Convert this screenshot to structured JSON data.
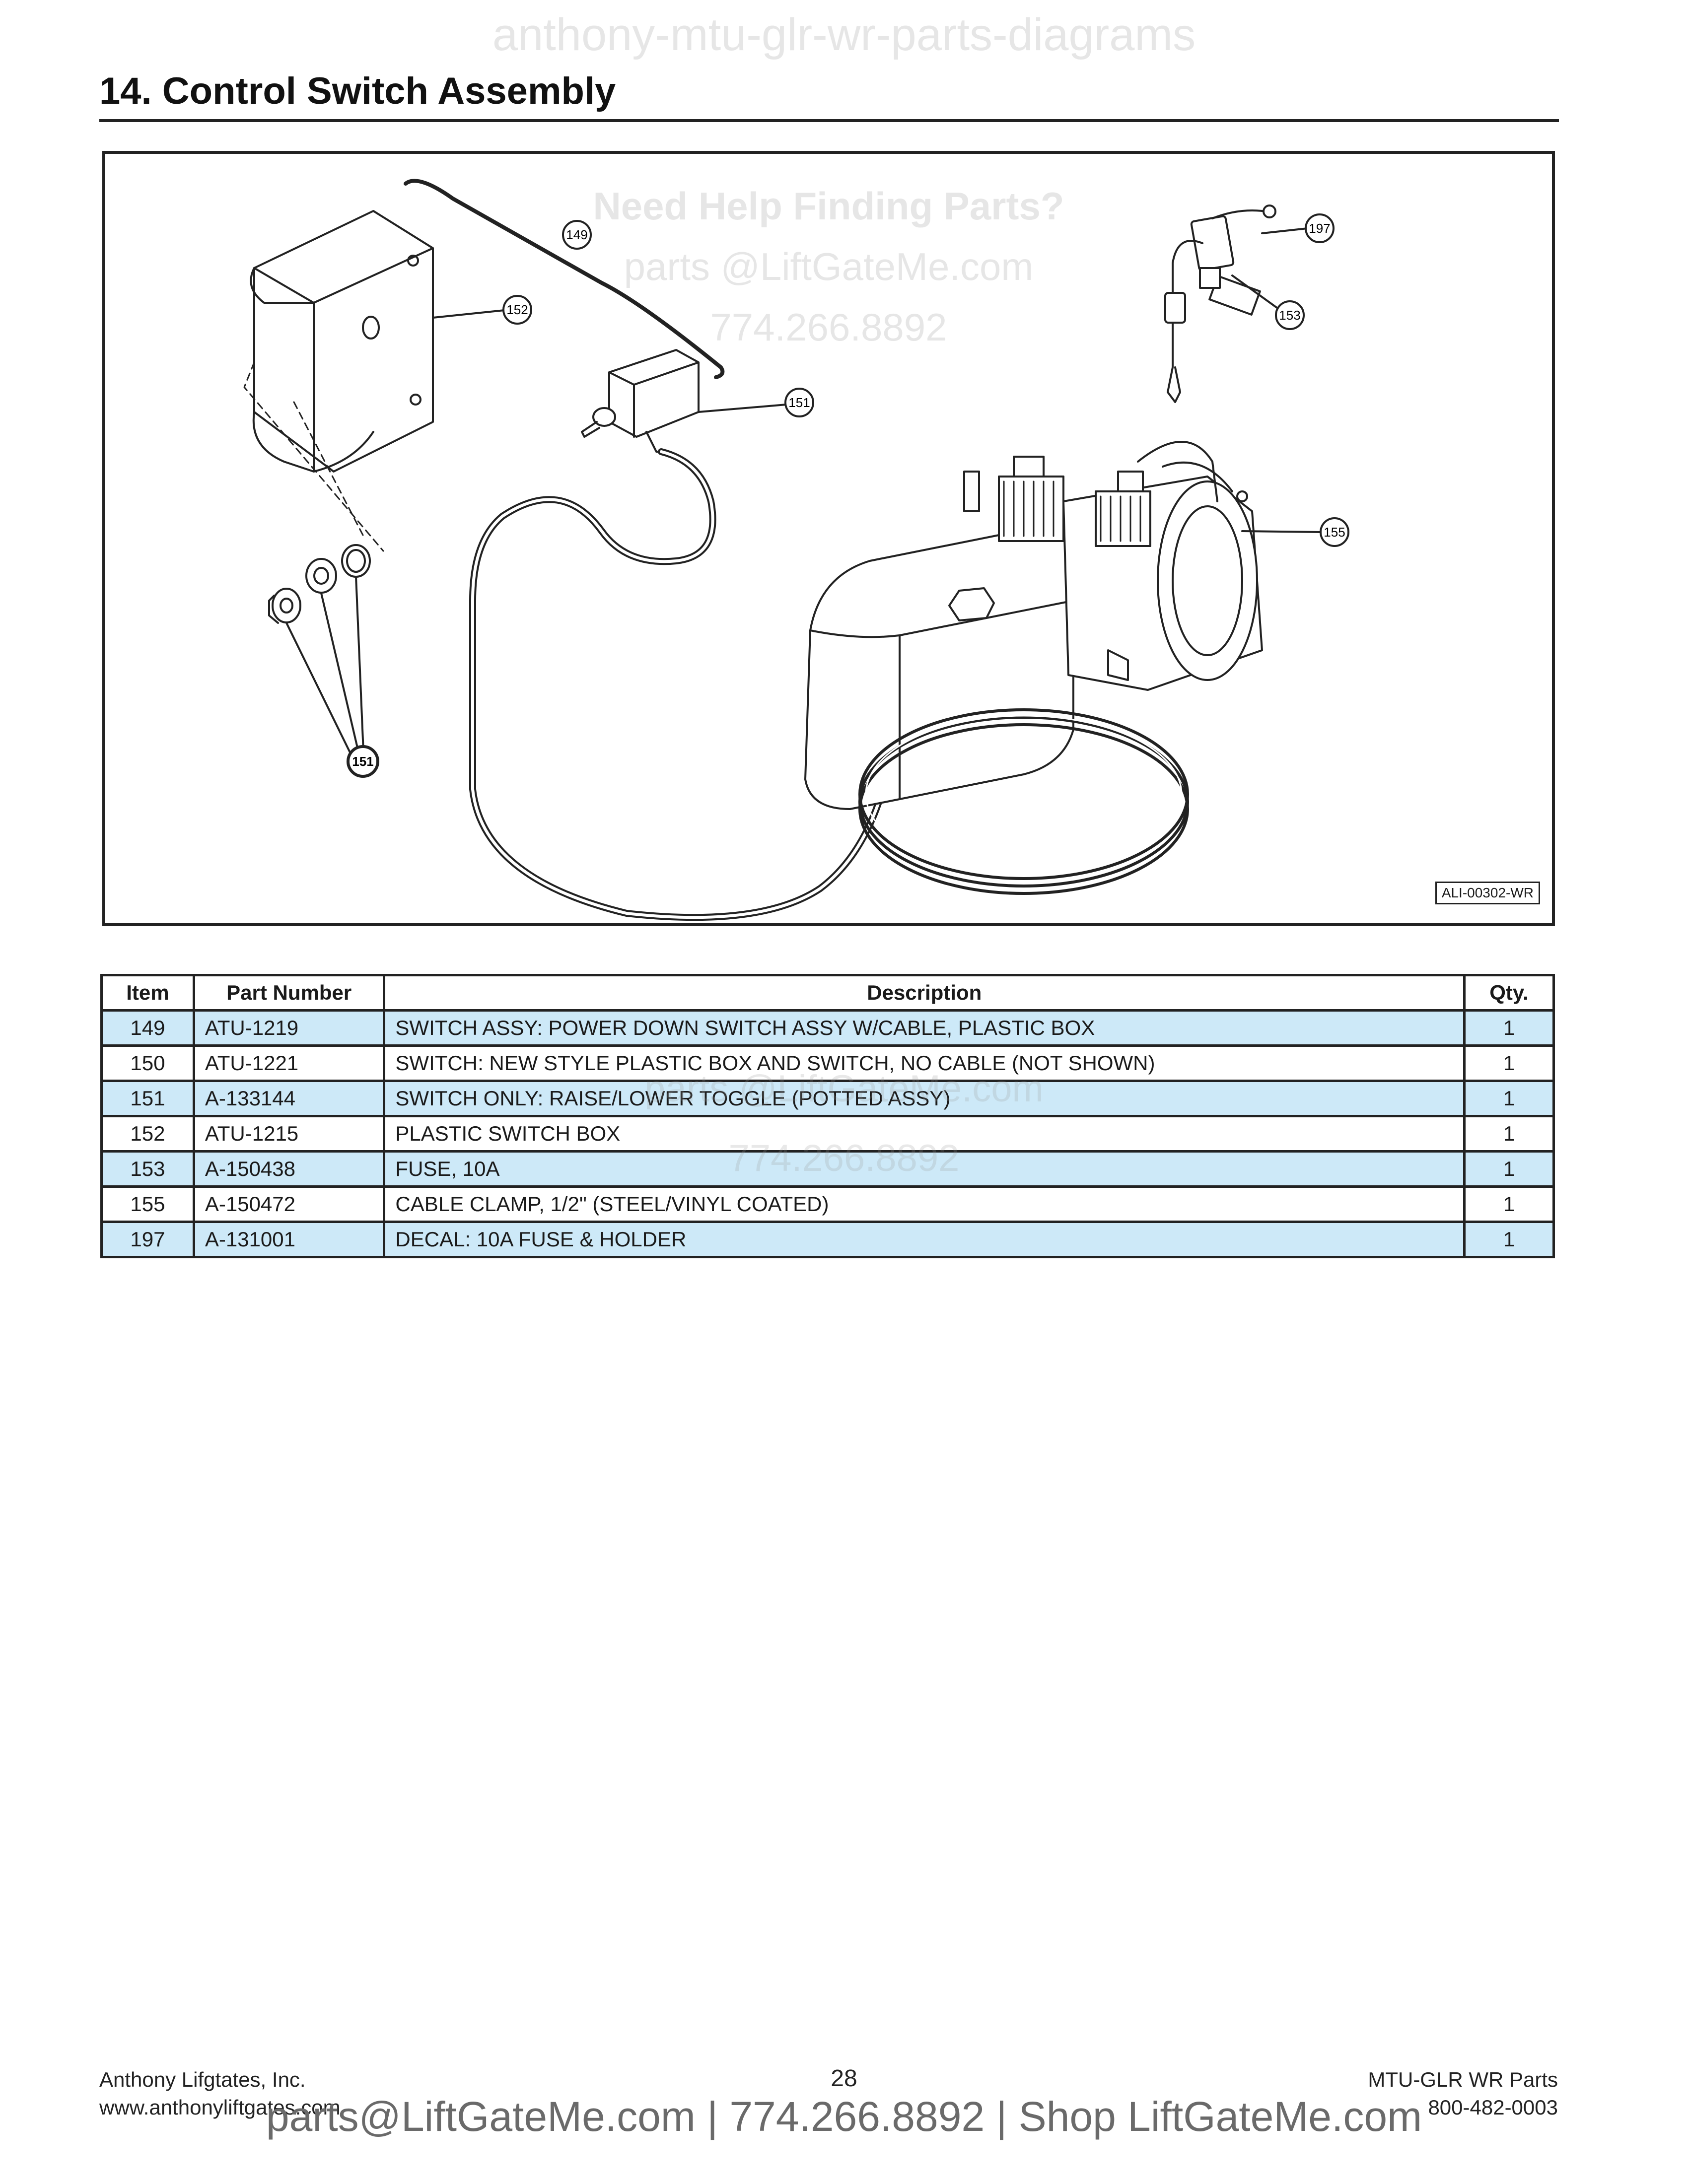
{
  "watermarks": {
    "top": "anthony-mtu-glr-wr-parts-diagrams",
    "help_title": "Need Help Finding Parts?",
    "help_email": "parts @LiftGateMe.com",
    "help_phone": "774.266.8892"
  },
  "section": {
    "title": "14. Control Switch Assembly"
  },
  "figure": {
    "drawing_id": "ALI-00302-WR",
    "callouts": [
      "149",
      "152",
      "151",
      "197",
      "153",
      "155",
      "151"
    ]
  },
  "table": {
    "headers": [
      "Item",
      "Part Number",
      "Description",
      "Qty."
    ],
    "rows": [
      [
        "149",
        "ATU-1219",
        "SWITCH ASSY: POWER DOWN SWITCH ASSY W/CABLE, PLASTIC BOX",
        "1"
      ],
      [
        "150",
        "ATU-1221",
        "SWITCH: NEW STYLE PLASTIC BOX AND SWITCH, NO CABLE (NOT SHOWN)",
        "1"
      ],
      [
        "151",
        "A-133144",
        "SWITCH ONLY: RAISE/LOWER TOGGLE (POTTED ASSY)",
        "1"
      ],
      [
        "152",
        "ATU-1215",
        "PLASTIC SWITCH BOX",
        "1"
      ],
      [
        "153",
        "A-150438",
        "FUSE, 10A",
        "1"
      ],
      [
        "155",
        "A-150472",
        "CABLE CLAMP, 1/2\" (STEEL/VINYL COATED)",
        "1"
      ],
      [
        "197",
        "A-131001",
        "DECAL: 10A FUSE & HOLDER",
        "1"
      ]
    ]
  },
  "footer": {
    "company": "Anthony Lifgtates, Inc.",
    "website": "www.anthonyliftgates.com",
    "page_number": "28",
    "doc_name": "MTU-GLR WR Parts",
    "phone": "800-482-0003",
    "ad_text": "parts@LiftGateMe.com | 774.266.8892 | Shop LiftGateMe.com"
  }
}
